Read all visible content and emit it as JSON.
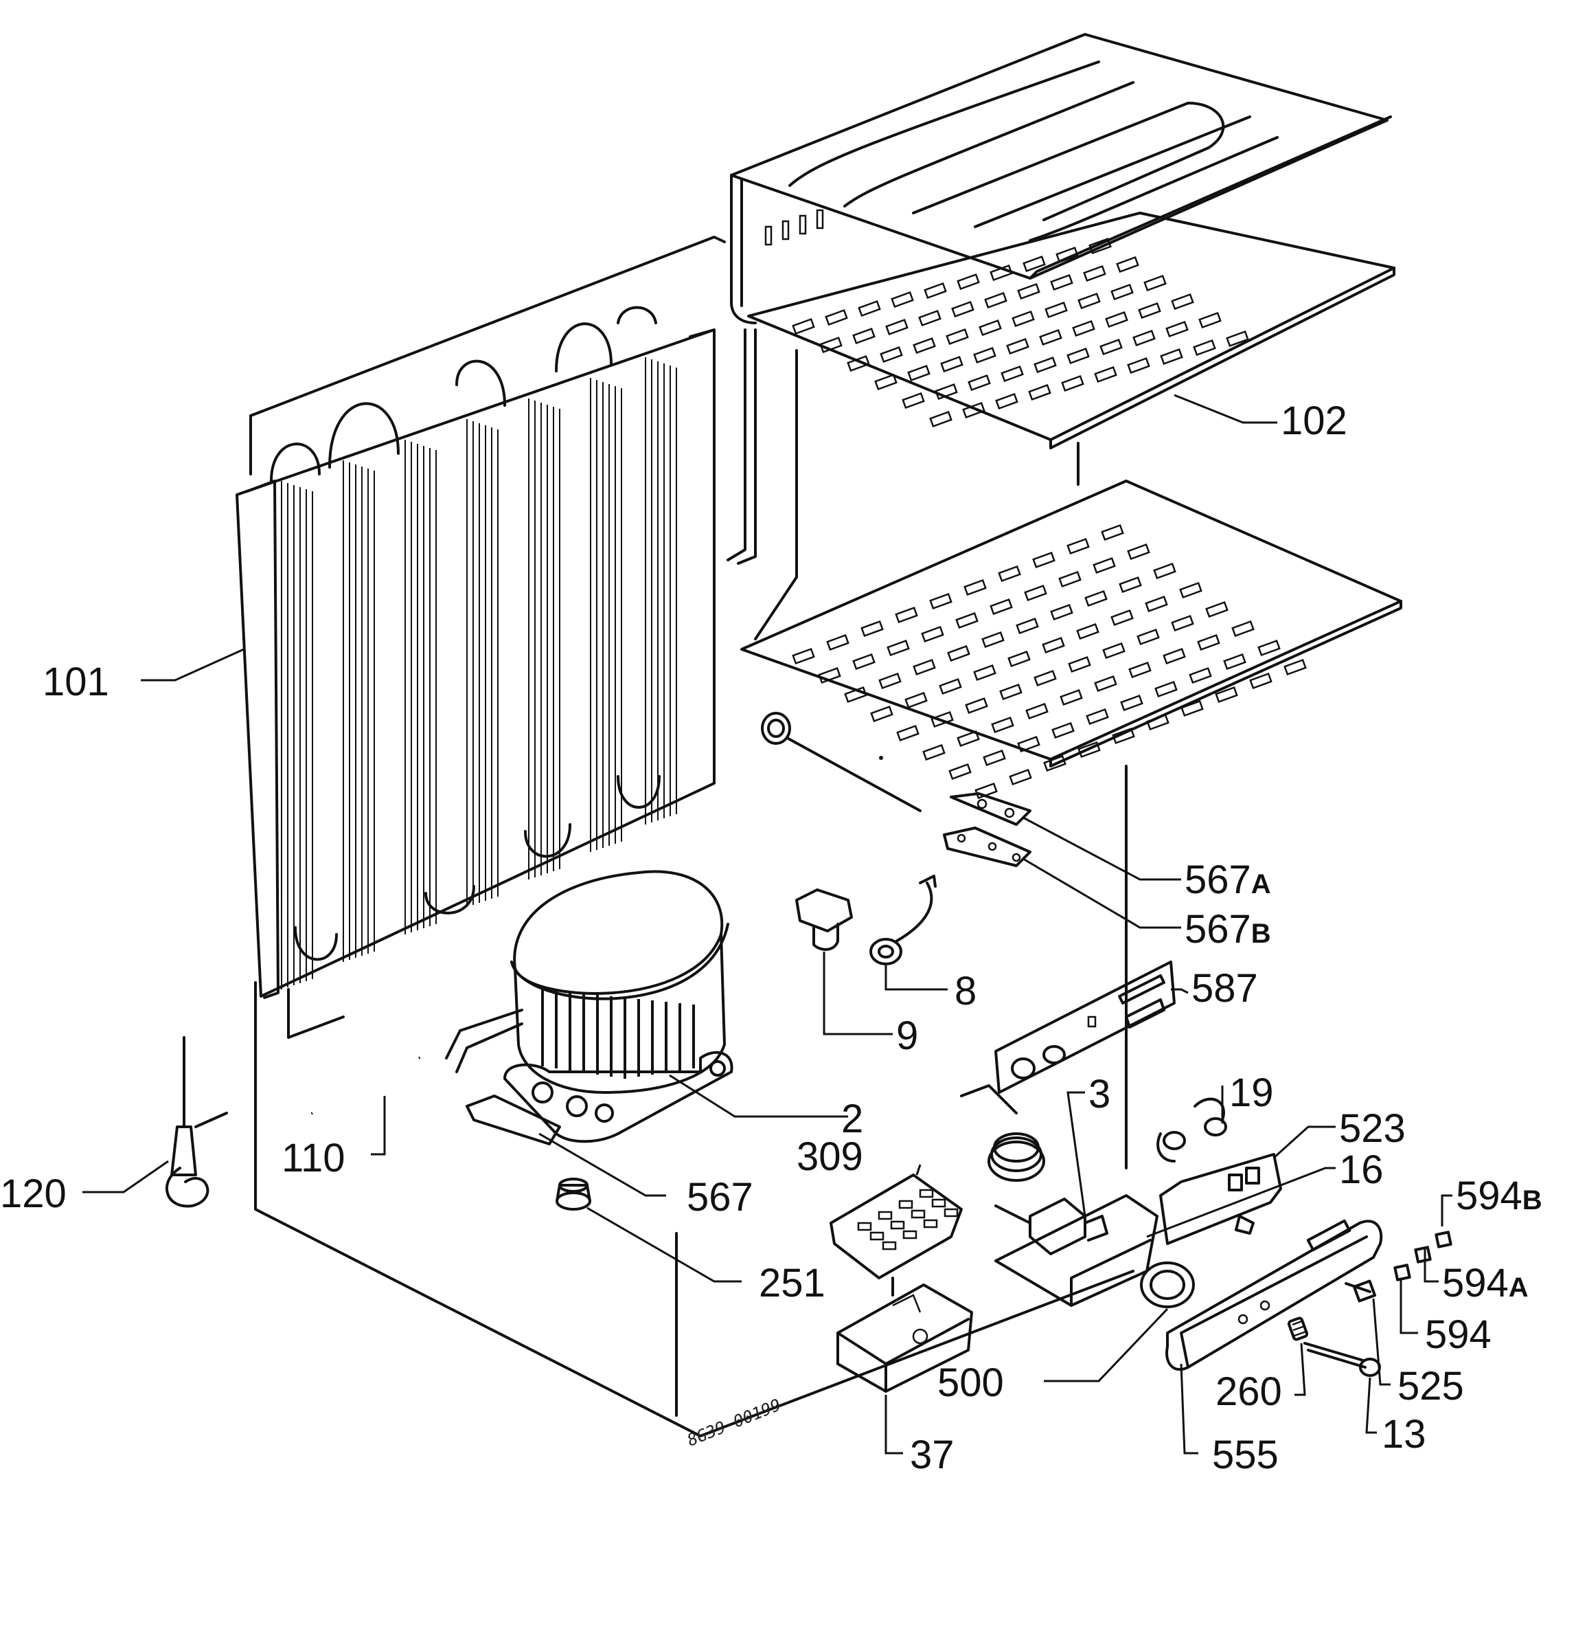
{
  "diagram": {
    "drawing_code": "8G39-00199",
    "labels": {
      "l101": "101",
      "l102": "102",
      "l567a_num": "567",
      "l567a_suffix": "A",
      "l567b_num": "567",
      "l567b_suffix": "B",
      "l8": "8",
      "l9": "9",
      "l587": "587",
      "l3": "3",
      "l19": "19",
      "l523": "523",
      "l16": "16",
      "l2": "2",
      "l309": "309",
      "l110": "110",
      "l120": "120",
      "l567": "567",
      "l251": "251",
      "l594b_num": "594",
      "l594b_suffix": "B",
      "l594a_num": "594",
      "l594a_suffix": "A",
      "l594": "594",
      "l500": "500",
      "l525": "525",
      "l260": "260",
      "l13": "13",
      "l555": "555",
      "l37": "37"
    }
  }
}
